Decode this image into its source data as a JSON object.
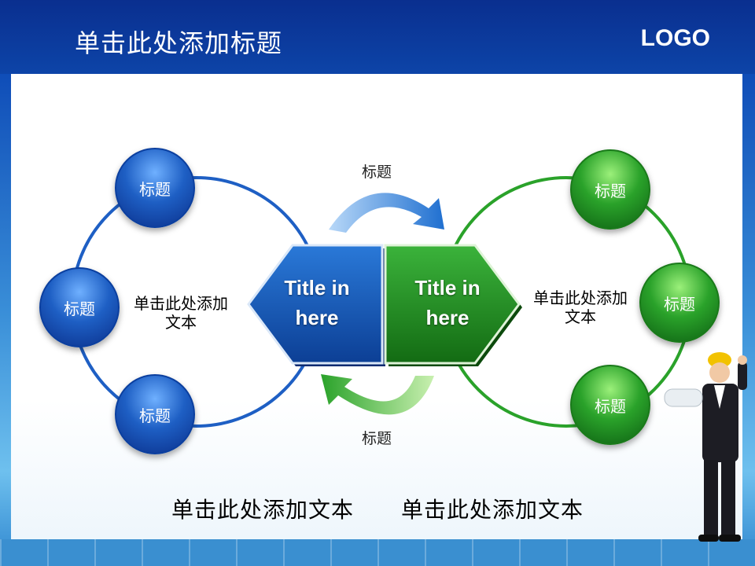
{
  "slide": {
    "title": "单击此处添加标题",
    "logo": "LOGO"
  },
  "left_group": {
    "nodes": [
      "标题",
      "标题",
      "标题"
    ],
    "center_text_line1": "单击此处添加",
    "center_text_line2": "文本",
    "color": "#1e5fc4"
  },
  "right_group": {
    "nodes": [
      "标题",
      "标题",
      "标题"
    ],
    "center_text_line1": "单击此处添加",
    "center_text_line2": "文本",
    "color": "#2aa22a"
  },
  "hexagons": [
    {
      "line1": "Title in",
      "line2": "here",
      "color": "#1656b8"
    },
    {
      "line1": "Title in",
      "line2": "here",
      "color": "#1f8f1f"
    }
  ],
  "arrows": {
    "top_label": "标题",
    "bottom_label": "标题"
  },
  "footer": {
    "text_left": "单击此处添加文本",
    "text_right": "单击此处添加文本"
  }
}
